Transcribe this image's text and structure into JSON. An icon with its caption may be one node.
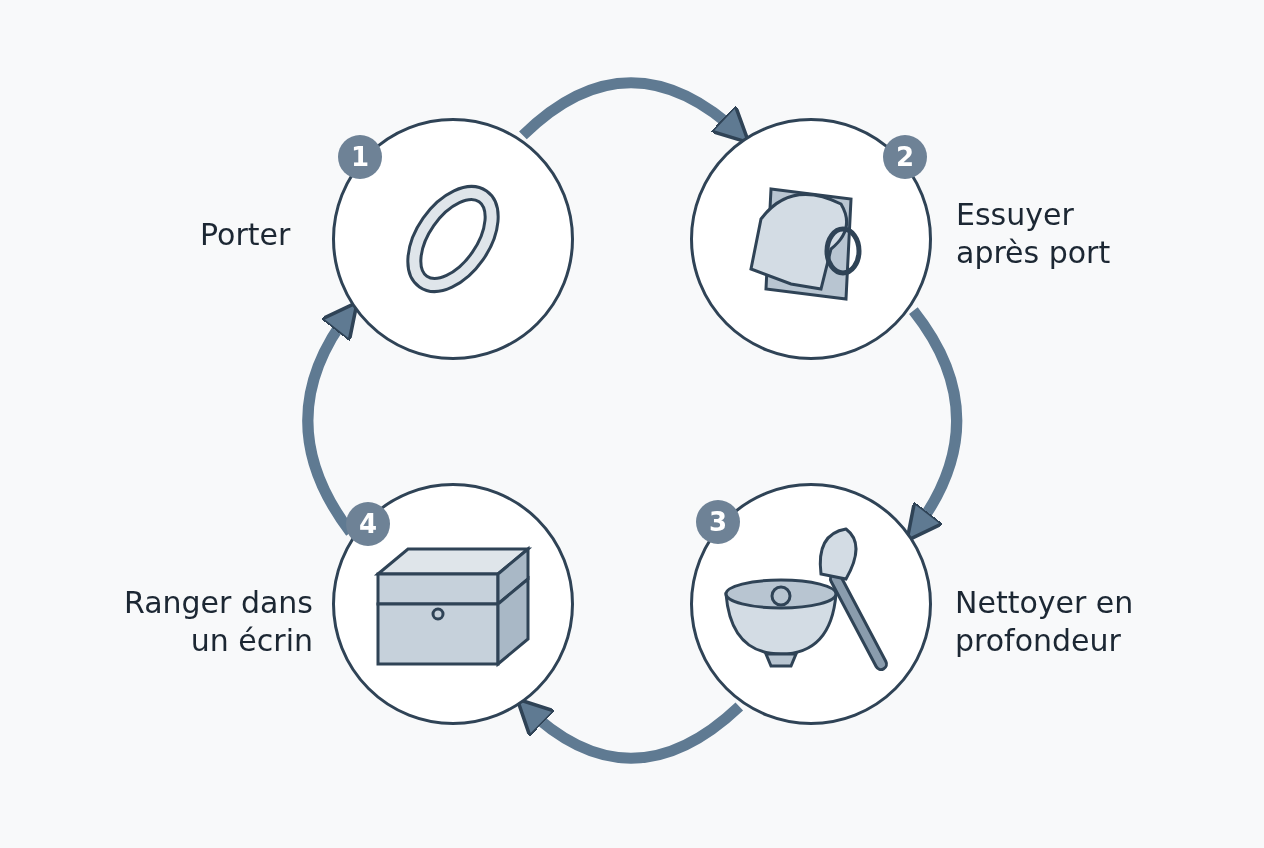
{
  "diagram": {
    "nodes": [
      {
        "text": [
          "1"
        ],
        "beside": [
          "Porter"
        ]
      },
      {
        "text": [
          "2"
        ],
        "beside": [
          "Essuyer après port"
        ]
      },
      {
        "text": [
          "3"
        ],
        "beside": [
          "Nettoyer en profondeur"
        ]
      },
      {
        "text": [
          "4"
        ],
        "beside": [
          "Ranger dans un écrin"
        ]
      }
    ],
    "edges": [
      {
        "from": 0,
        "to": 1,
        "arrow": "to"
      },
      {
        "from": 1,
        "to": 2,
        "arrow": "to"
      },
      {
        "from": 2,
        "to": 3,
        "arrow": "to"
      },
      {
        "from": 3,
        "to": 0,
        "arrow": "to"
      }
    ]
  }
}
